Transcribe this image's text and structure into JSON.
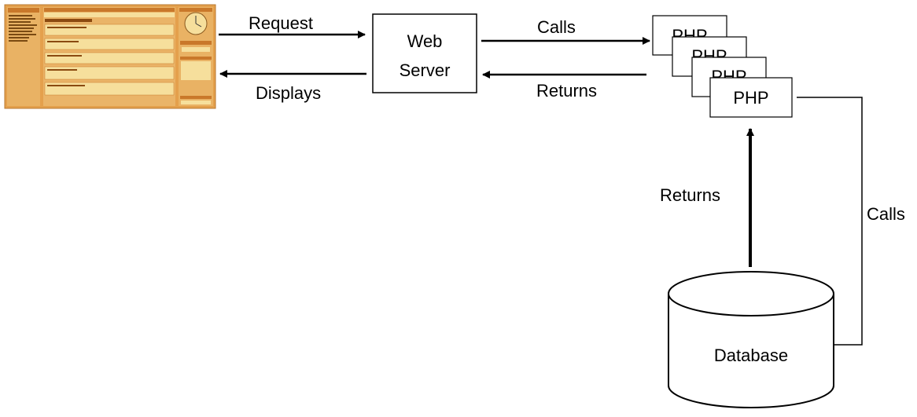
{
  "diagram": {
    "labels": {
      "request": "Request",
      "displays": "Displays",
      "calls_top": "Calls",
      "returns_top": "Returns",
      "returns_vertical": "Returns",
      "calls_right": "Calls"
    },
    "web_server": {
      "line1": "Web",
      "line2": "Server"
    },
    "php_boxes": [
      "PHP",
      "PHP",
      "PHP",
      "PHP"
    ],
    "database": "Database"
  },
  "colors": {
    "screenshot_bg": "#e4a04c",
    "screenshot_panel": "#f6df9c",
    "screenshot_header": "#c9782a"
  }
}
